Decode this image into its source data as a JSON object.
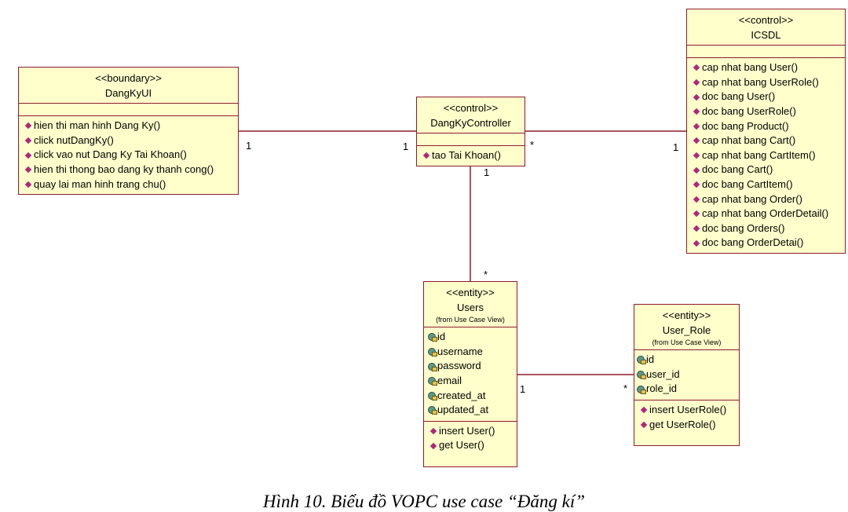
{
  "classes": {
    "dangkyui": {
      "stereotype": "<<boundary>>",
      "name": "DangKyUI",
      "operations": [
        "hien thi man hinh Dang Ky()",
        "click nutDangKy()",
        "click vao nut Dang Ky Tai Khoan()",
        "hien thi thong bao dang ky thanh cong()",
        "quay lai man hinh trang chu()"
      ]
    },
    "controller": {
      "stereotype": "<<control>>",
      "name": "DangKyController",
      "operations": [
        "tao Tai Khoan()"
      ]
    },
    "icsdl": {
      "stereotype": "<<control>>",
      "name": "ICSDL",
      "operations": [
        "cap nhat bang User()",
        "cap nhat bang UserRole()",
        "doc bang User()",
        "doc bang UserRole()",
        "doc bang Product()",
        "cap nhat bang Cart()",
        "cap nhat bang CartItem()",
        "doc bang Cart()",
        "doc bang CartItem()",
        "cap nhat bang Order()",
        "cap nhat bang OrderDetail()",
        "doc bang Orders()",
        "doc bang OrderDetai()"
      ]
    },
    "users": {
      "stereotype": "<<entity>>",
      "name": "Users",
      "origin": "(from Use Case View)",
      "attributes": [
        "id",
        "username",
        "password",
        "email",
        "created_at",
        "updated_at"
      ],
      "operations": [
        "insert User()",
        "get User()"
      ]
    },
    "userrole": {
      "stereotype": "<<entity>>",
      "name": "User_Role",
      "origin": "(from Use Case View)",
      "attributes": [
        "id",
        "user_id",
        "role_id"
      ],
      "operations": [
        "insert UserRole()",
        "get UserRole()"
      ]
    }
  },
  "multiplicities": {
    "ui_controller_left": "1",
    "ui_controller_right": "1",
    "controller_icsdl_left": "*",
    "controller_icsdl_right": "1",
    "controller_users_top": "1",
    "controller_users_bottom": "*",
    "users_role_left": "1",
    "users_role_right": "*"
  },
  "caption": "Hình 10. Biểu đồ VOPC use case “Đăng kí”",
  "colors": {
    "border": "#8e1b2c",
    "fill": "#ffffcc",
    "operation_icon": "#b0277d"
  }
}
